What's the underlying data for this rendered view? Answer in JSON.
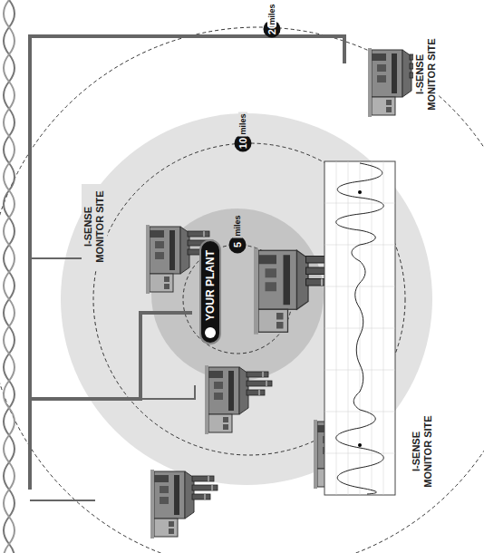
{
  "diagram": {
    "nodes": [
      {
        "text": [
          "YOUR PLANT"
        ]
      }
    ],
    "labels": [
      "20",
      "miles",
      "10",
      "miles",
      "5",
      "miles",
      "I-SENSE MONITOR SITE",
      "I-SENSE MONITOR SITE",
      "I-SENSE MONITOR SITE"
    ]
  }
}
